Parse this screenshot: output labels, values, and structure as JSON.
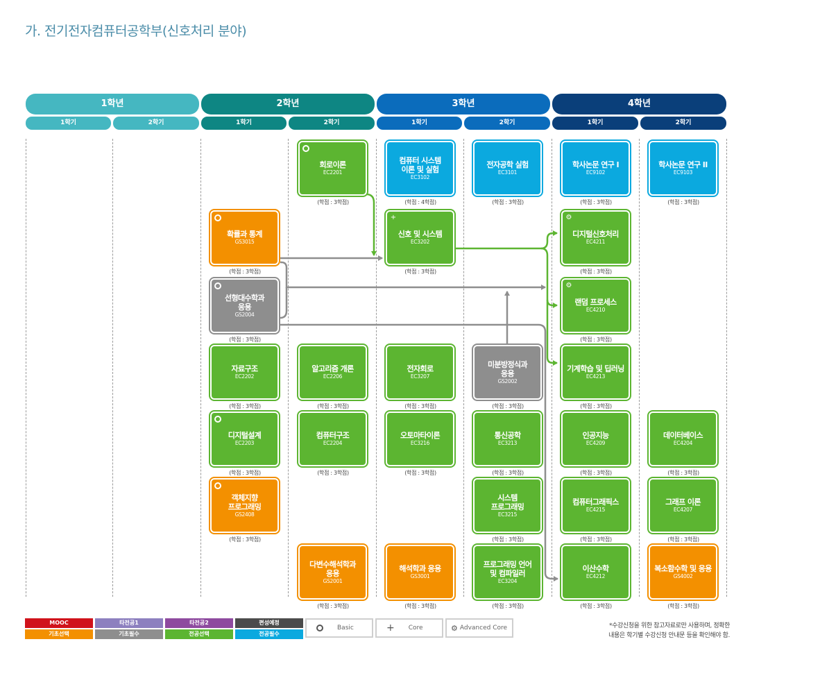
{
  "title": "가. 전기전자컴퓨터공학부(신호처리 분야)",
  "colors": {
    "year1": "#45b7c1",
    "year2": "#0e8683",
    "year3": "#0b6cbc",
    "year4": "#0a3f7a",
    "green": "#5cb531",
    "blue": "#0ba9df",
    "orange": "#f39000",
    "gray": "#8e8e8e",
    "arrow_green": "#5cb531",
    "arrow_gray": "#8e8e8e"
  },
  "years": [
    "1학년",
    "2학년",
    "3학년",
    "4학년"
  ],
  "semesters": [
    "1학기",
    "2학기",
    "1학기",
    "2학기",
    "1학기",
    "2학기",
    "1학기",
    "2학기"
  ],
  "courses": [
    {
      "col": 3,
      "row": 0,
      "name": "회로이론",
      "code": "EC2201",
      "credit": "(학점 : 3학점)",
      "color": "green",
      "mark": "basic"
    },
    {
      "col": 4,
      "row": 0,
      "name": "컴퓨터 시스템\n이론 및 실험",
      "code": "EC3102",
      "credit": "(학점 : 4학점)",
      "color": "blue",
      "mark": ""
    },
    {
      "col": 5,
      "row": 0,
      "name": "전자공학 실험",
      "code": "EC3101",
      "credit": "(학점 : 3학점)",
      "color": "blue",
      "mark": ""
    },
    {
      "col": 6,
      "row": 0,
      "name": "학사논문 연구 I",
      "code": "EC9102",
      "credit": "(학점 : 3학점)",
      "color": "blue",
      "mark": ""
    },
    {
      "col": 7,
      "row": 0,
      "name": "학사논문 연구 II",
      "code": "EC9103",
      "credit": "(학점 : 3학점)",
      "color": "blue",
      "mark": ""
    },
    {
      "col": 2,
      "row": 1,
      "name": "확률과 통계",
      "code": "GS3015",
      "credit": "(학점 : 3학점)",
      "color": "orange",
      "mark": "basic"
    },
    {
      "col": 4,
      "row": 1,
      "name": "신호 및 시스템",
      "code": "EC3202",
      "credit": "(학점 : 3학점)",
      "color": "green",
      "mark": "core"
    },
    {
      "col": 6,
      "row": 1,
      "name": "디지털신호처리",
      "code": "EC4211",
      "credit": "(학점 : 3학점)",
      "color": "green",
      "mark": "advanced"
    },
    {
      "col": 2,
      "row": 2,
      "name": "선형대수학과\n응용",
      "code": "GS2004",
      "credit": "(학점 : 3학점)",
      "color": "gray",
      "mark": "basic"
    },
    {
      "col": 6,
      "row": 2,
      "name": "랜덤 프로세스",
      "code": "EC4210",
      "credit": "(학점 : 3학점)",
      "color": "green",
      "mark": "advanced"
    },
    {
      "col": 2,
      "row": 3,
      "name": "자료구조",
      "code": "EC2202",
      "credit": "(학점 : 3학점)",
      "color": "green",
      "mark": ""
    },
    {
      "col": 3,
      "row": 3,
      "name": "알고리즘 개론",
      "code": "EC2206",
      "credit": "(학점 : 3학점)",
      "color": "green",
      "mark": ""
    },
    {
      "col": 4,
      "row": 3,
      "name": "전자회로",
      "code": "EC3207",
      "credit": "(학점 : 3학점)",
      "color": "green",
      "mark": ""
    },
    {
      "col": 5,
      "row": 3,
      "name": "미분방정식과\n응용",
      "code": "GS2002",
      "credit": "(학점 : 3학점)",
      "color": "gray",
      "mark": ""
    },
    {
      "col": 6,
      "row": 3,
      "name": "기계학습 및 딥러닝",
      "code": "EC4213",
      "credit": "(학점 : 3학점)",
      "color": "green",
      "mark": ""
    },
    {
      "col": 2,
      "row": 4,
      "name": "디지털설계",
      "code": "EC2203",
      "credit": "(학점 : 3학점)",
      "color": "green",
      "mark": "basic"
    },
    {
      "col": 3,
      "row": 4,
      "name": "컴퓨터구조",
      "code": "EC2204",
      "credit": "(학점 : 3학점)",
      "color": "green",
      "mark": ""
    },
    {
      "col": 4,
      "row": 4,
      "name": "오토마타이론",
      "code": "EC3216",
      "credit": "(학점 : 3학점)",
      "color": "green",
      "mark": ""
    },
    {
      "col": 5,
      "row": 4,
      "name": "통신공학",
      "code": "EC3213",
      "credit": "(학점 : 3학점)",
      "color": "green",
      "mark": ""
    },
    {
      "col": 6,
      "row": 4,
      "name": "인공지능",
      "code": "EC4209",
      "credit": "(학점 : 3학점)",
      "color": "green",
      "mark": ""
    },
    {
      "col": 7,
      "row": 4,
      "name": "데이터베이스",
      "code": "EC4204",
      "credit": "(학점 : 3학점)",
      "color": "green",
      "mark": ""
    },
    {
      "col": 2,
      "row": 5,
      "name": "객체지향\n프로그래밍",
      "code": "GS2408",
      "credit": "(학점 : 3학점)",
      "color": "orange",
      "mark": "basic"
    },
    {
      "col": 5,
      "row": 5,
      "name": "시스템\n프로그래밍",
      "code": "EC3215",
      "credit": "(학점 : 3학점)",
      "color": "green",
      "mark": ""
    },
    {
      "col": 6,
      "row": 5,
      "name": "컴퓨터그래픽스",
      "code": "EC4215",
      "credit": "(학점 : 3학점)",
      "color": "green",
      "mark": ""
    },
    {
      "col": 7,
      "row": 5,
      "name": "그래프 이론",
      "code": "EC4207",
      "credit": "(학점 : 3학점)",
      "color": "green",
      "mark": ""
    },
    {
      "col": 3,
      "row": 6,
      "name": "다변수해석학과\n응용",
      "code": "GS2001",
      "credit": "(학점 : 3학점)",
      "color": "orange",
      "mark": ""
    },
    {
      "col": 4,
      "row": 6,
      "name": "해석학과 응용",
      "code": "GS3001",
      "credit": "(학점 : 3학점)",
      "color": "orange",
      "mark": ""
    },
    {
      "col": 5,
      "row": 6,
      "name": "프로그래밍 언어\n및 컴파일러",
      "code": "EC3204",
      "credit": "(학점 : 3학점)",
      "color": "green",
      "mark": ""
    },
    {
      "col": 6,
      "row": 6,
      "name": "이산수학",
      "code": "EC4212",
      "credit": "(학점 : 3학점)",
      "color": "green",
      "mark": ""
    },
    {
      "col": 7,
      "row": 6,
      "name": "복소함수학 및 응용",
      "code": "GS4002",
      "credit": "(학점 : 3학점)",
      "color": "orange",
      "mark": ""
    }
  ],
  "legend": {
    "categories": [
      {
        "label": "MOOC",
        "color": "#d0121b"
      },
      {
        "label": "타전공1",
        "color": "#8d80bf"
      },
      {
        "label": "타전공2",
        "color": "#8e4a9f"
      },
      {
        "label": "편성예정",
        "color": "#4b4b4b"
      },
      {
        "label": "기초선택",
        "color": "#f39000"
      },
      {
        "label": "기초필수",
        "color": "#8e8e8e"
      },
      {
        "label": "전공선택",
        "color": "#5cb531"
      },
      {
        "label": "전공필수",
        "color": "#0ba9df"
      }
    ],
    "marks": [
      {
        "label": "Basic",
        "icon": "circle-icon"
      },
      {
        "label": "Core",
        "icon": "plus-icon"
      },
      {
        "label": "Advanced Core",
        "icon": "gear-icon"
      }
    ]
  },
  "note": {
    "line1": "*수강신청을 위한 참고자료로만 사용하며, 정확한",
    "line2": "내용은 학기별 수강신청 안내문 등을 확인해야 함."
  }
}
